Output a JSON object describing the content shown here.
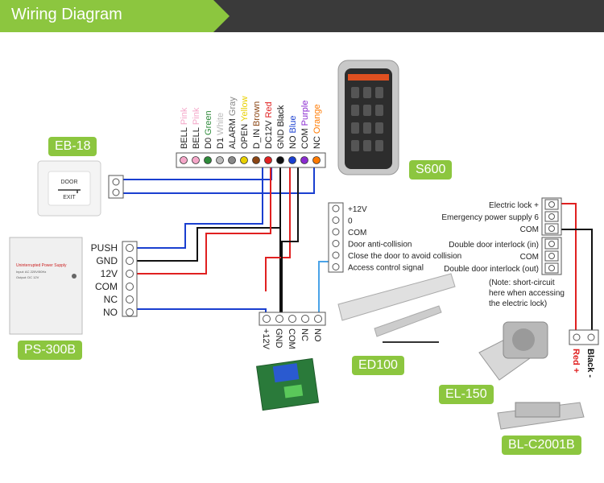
{
  "header": {
    "title": "Wiring Diagram"
  },
  "labels": {
    "eb18": "EB-18",
    "s600": "S600",
    "ps300b": "PS-300B",
    "ed100": "ED100",
    "el150": "EL-150",
    "blc2001b": "BL-C2001B"
  },
  "exit_button": {
    "line1": "DOOR",
    "line2": "EXIT"
  },
  "power_supply_panel": {
    "line1": "Uninterrupted Power Supply",
    "line2": "Input: AC 220V/50Hz",
    "line3": "Output: DC 12V"
  },
  "keypad_wires": [
    {
      "name": "BELL",
      "color_name": "Pink",
      "color": "#f4a6c8"
    },
    {
      "name": "BELL",
      "color_name": "Pink",
      "color": "#f4a6c8"
    },
    {
      "name": "D0",
      "color_name": "Green",
      "color": "#2e8b3a"
    },
    {
      "name": "D1",
      "color_name": "White",
      "color": "#bbbbbb"
    },
    {
      "name": "ALARM",
      "color_name": "Gray",
      "color": "#888888"
    },
    {
      "name": "OPEN",
      "color_name": "Yellow",
      "color": "#e8d000"
    },
    {
      "name": "D_IN",
      "color_name": "Brown",
      "color": "#8b4513"
    },
    {
      "name": "DC12V",
      "color_name": "Red",
      "color": "#e02020"
    },
    {
      "name": "GND",
      "color_name": "Black",
      "color": "#111111"
    },
    {
      "name": "NO",
      "color_name": "Blue",
      "color": "#1a3fd0"
    },
    {
      "name": "COM",
      "color_name": "Purple",
      "color": "#8a2bd0"
    },
    {
      "name": "NC",
      "color_name": "Orange",
      "color": "#ff7a00"
    }
  ],
  "psu_terminals": [
    "PUSH",
    "GND",
    "12V",
    "COM",
    "NC",
    "NO"
  ],
  "relay_terminals": [
    "+12V",
    "GND",
    "COM",
    "NC",
    "NO"
  ],
  "ed100_terminals": [
    "+12V",
    "0",
    "COM",
    "Door anti-collision",
    "Close the door to avoid collision",
    "Access control signal"
  ],
  "lock_terminals_top": [
    "Electric lock +",
    "Emergency power supply 6",
    "COM"
  ],
  "lock_terminals_bottom": [
    "Double door interlock (in)",
    "COM",
    "Double door interlock (out)"
  ],
  "note": {
    "line1": "(Note: short-circuit",
    "line2": "here when accessing",
    "line3": "the electric lock)"
  },
  "lock_wires": {
    "black": "Black -",
    "red": "Red +"
  },
  "colors": {
    "header_bg": "#3a3a3a",
    "header_tab": "#8cc63f",
    "label_green": "#8cc63f",
    "wire_blue": "#1a3fd0",
    "wire_red": "#e02020",
    "wire_black": "#111111"
  }
}
